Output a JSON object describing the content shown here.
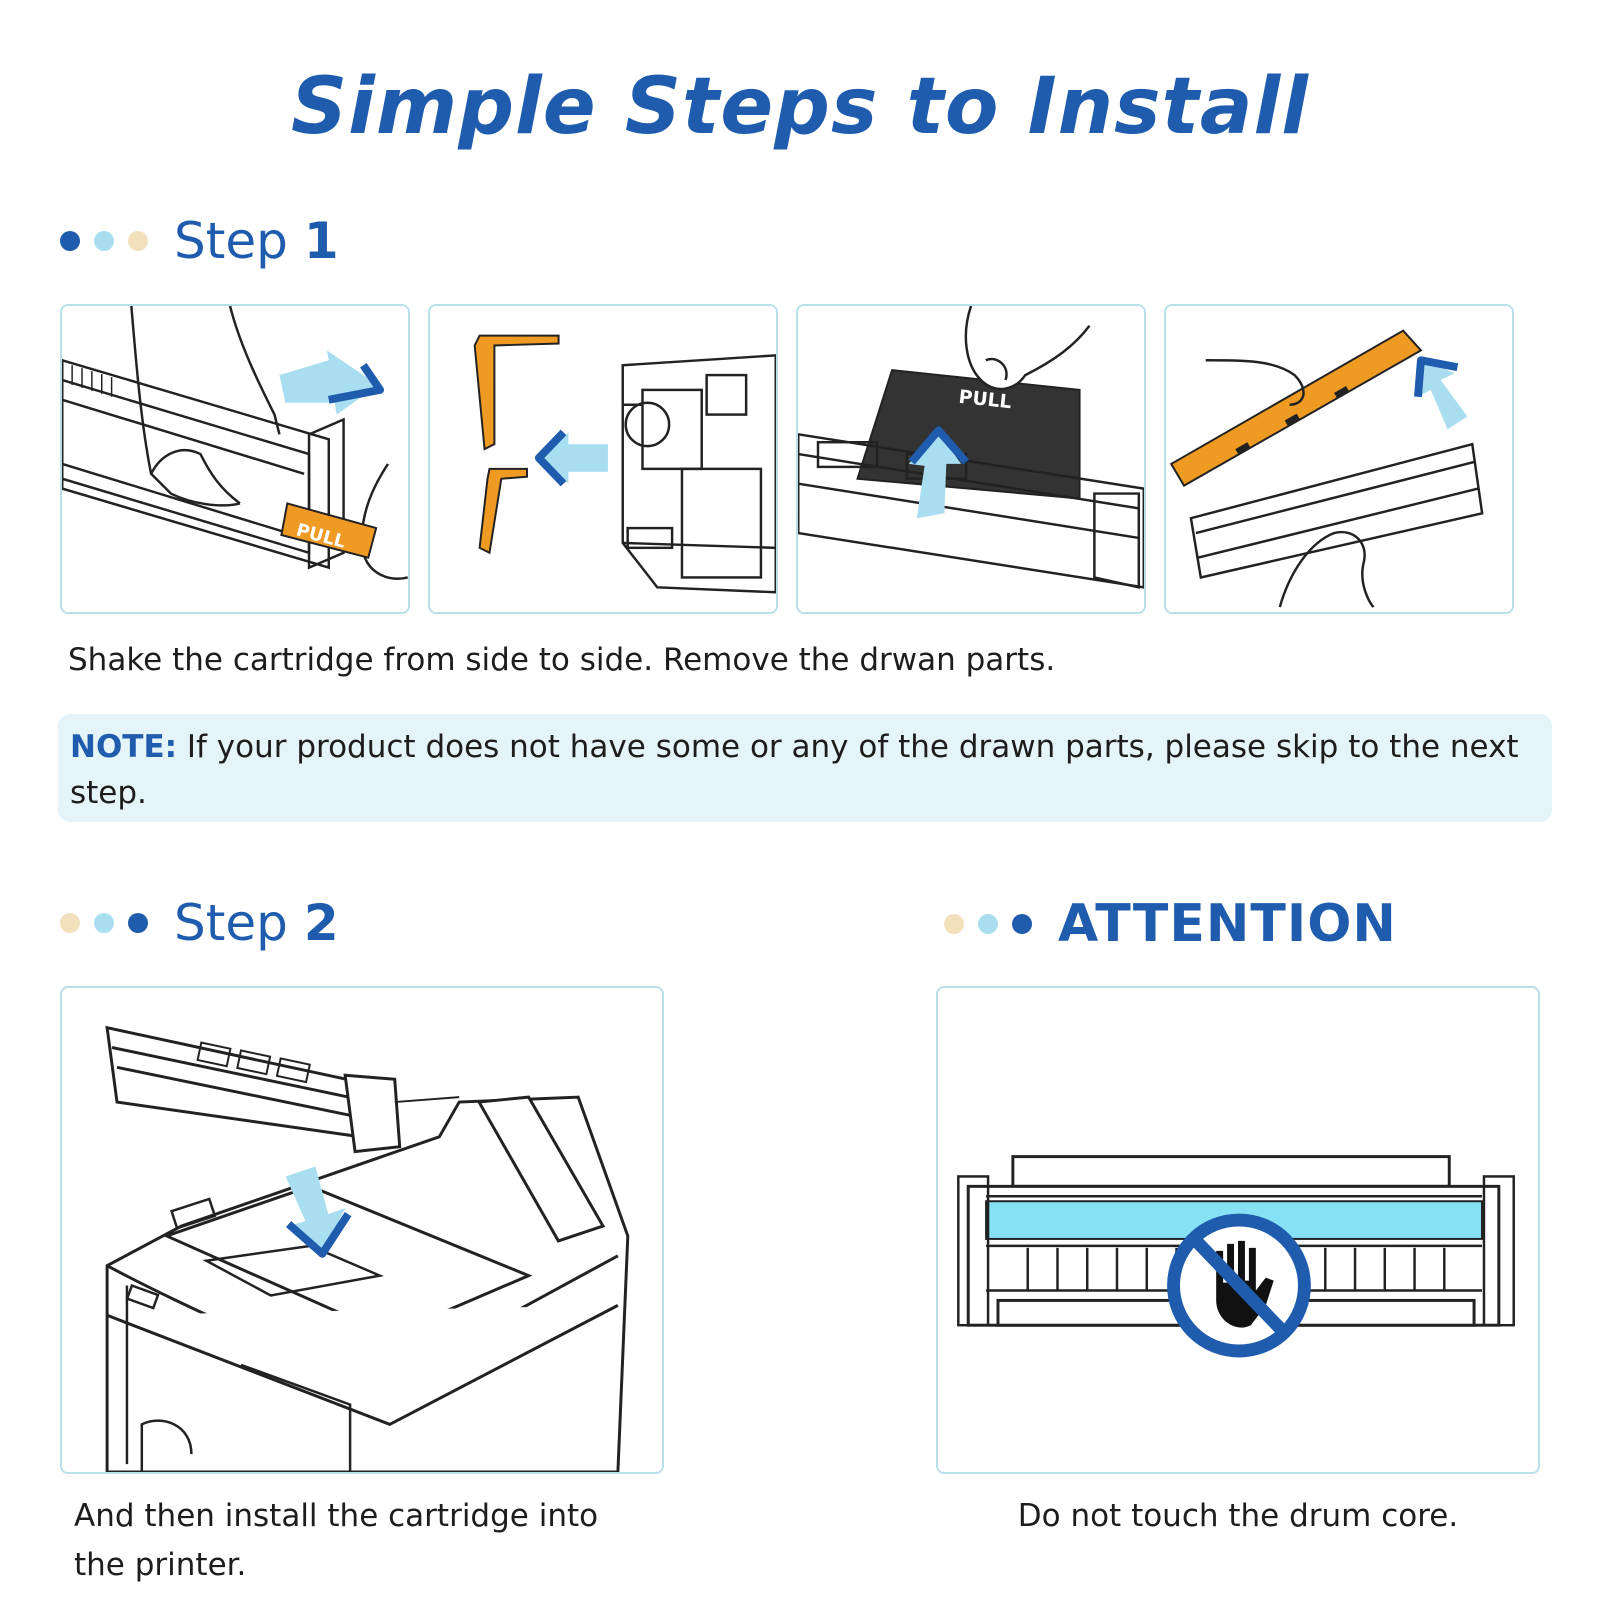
{
  "title": "Simple Steps to Install",
  "colors": {
    "brand_blue": "#1f5cae",
    "light_blue": "#a9def0",
    "beige": "#f2e0bd",
    "orange": "#ee9a23",
    "panel_border": "#b9e0ea",
    "note_bg": "#e4f4f9",
    "drum_cyan": "#86e1f5"
  },
  "step1": {
    "word": "Step",
    "number": "1",
    "caption": "Shake the cartridge from side to side. Remove the drwan parts.",
    "note_label": "NOTE:",
    "note_text": " If your product does not have some or any of the drawn parts, please skip to the next step.",
    "pull_label": "PULL",
    "pull_label_2": "PULL"
  },
  "step2": {
    "word": "Step",
    "number": "2",
    "caption_line1": "And then install the cartridge into",
    "caption_line2": "the printer."
  },
  "attention": {
    "heading": "ATTENTION",
    "caption": "Do not touch the drum core."
  },
  "icons": {
    "step1_dots": [
      "brand_blue",
      "light_blue",
      "beige"
    ],
    "step2_dots": [
      "beige",
      "light_blue",
      "brand_blue"
    ],
    "attention_dots": [
      "beige",
      "light_blue",
      "brand_blue"
    ],
    "no_touch": "no-touch-icon",
    "arrows": "direction-arrow-icon"
  }
}
